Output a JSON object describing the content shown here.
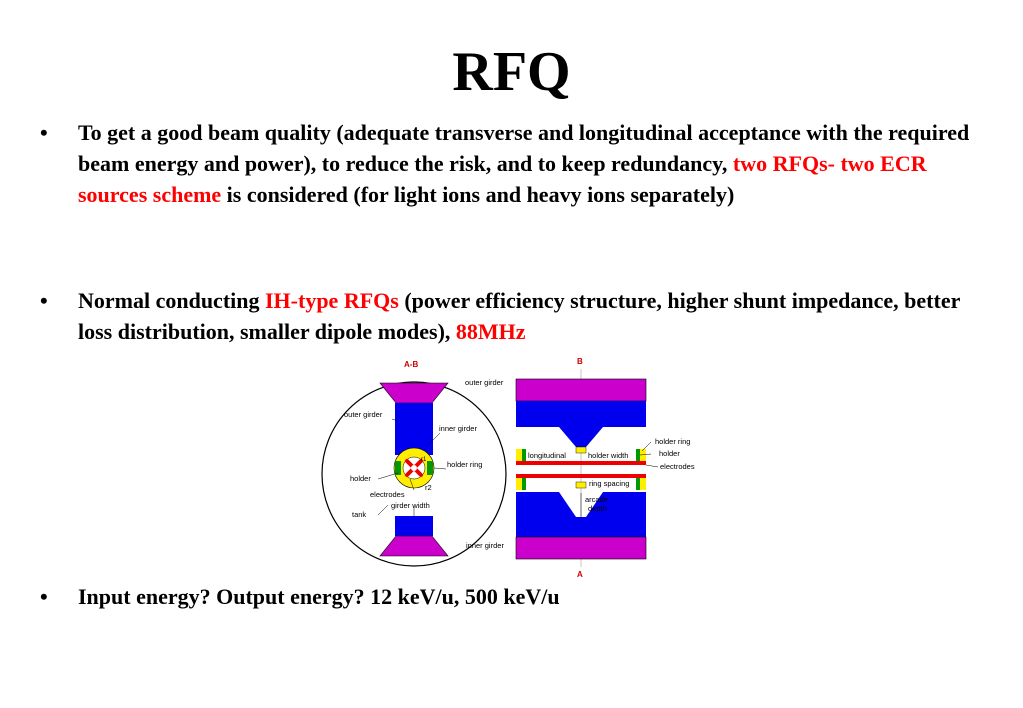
{
  "title": "RFQ",
  "bullets": {
    "b1": {
      "part1": "To get a good beam quality (adequate transverse and longitudinal acceptance with the required beam energy and power), to reduce the risk, and to keep redundancy, ",
      "highlight": "two RFQs- two ECR sources scheme",
      "part2": " is considered (for light ions and heavy ions separately)"
    },
    "b2": {
      "part1": "Normal conducting ",
      "highlight1": "IH-type RFQs",
      "part2": " (power efficiency structure, higher shunt impedance, better loss distribution, smaller dipole modes), ",
      "highlight2": "88MHz"
    },
    "b3": {
      "text": "Input energy? Output energy? 12 keV/u, 500 keV/u"
    }
  },
  "bullet_symbol": "•",
  "diagram": {
    "left": {
      "section": "A-B",
      "outer_girder": "outer girder",
      "inner_girder": "inner girder",
      "holder_ring": "holder ring",
      "holder": "holder",
      "electrodes": "electrodes",
      "girder_width": "girder width",
      "tank": "tank",
      "r1": "r1",
      "r2": "r2"
    },
    "right": {
      "section_top": "B",
      "section_bottom": "A",
      "outer_girder": "outer girder",
      "holder_ring": "holder ring",
      "holder": "holder",
      "electrodes": "electrodes",
      "longitudinal": "longitudinal",
      "holder_width": "holder width",
      "ring_spacing": "ring spacing",
      "arcade": "arcade",
      "depth": "depth",
      "inner_girder": "inner girder"
    },
    "colors": {
      "magenta": "#cc00cc",
      "blue": "#0000ee",
      "yellow": "#ffee00",
      "red": "#ee0000",
      "green": "#009900",
      "label_red": "#cc0000"
    }
  }
}
